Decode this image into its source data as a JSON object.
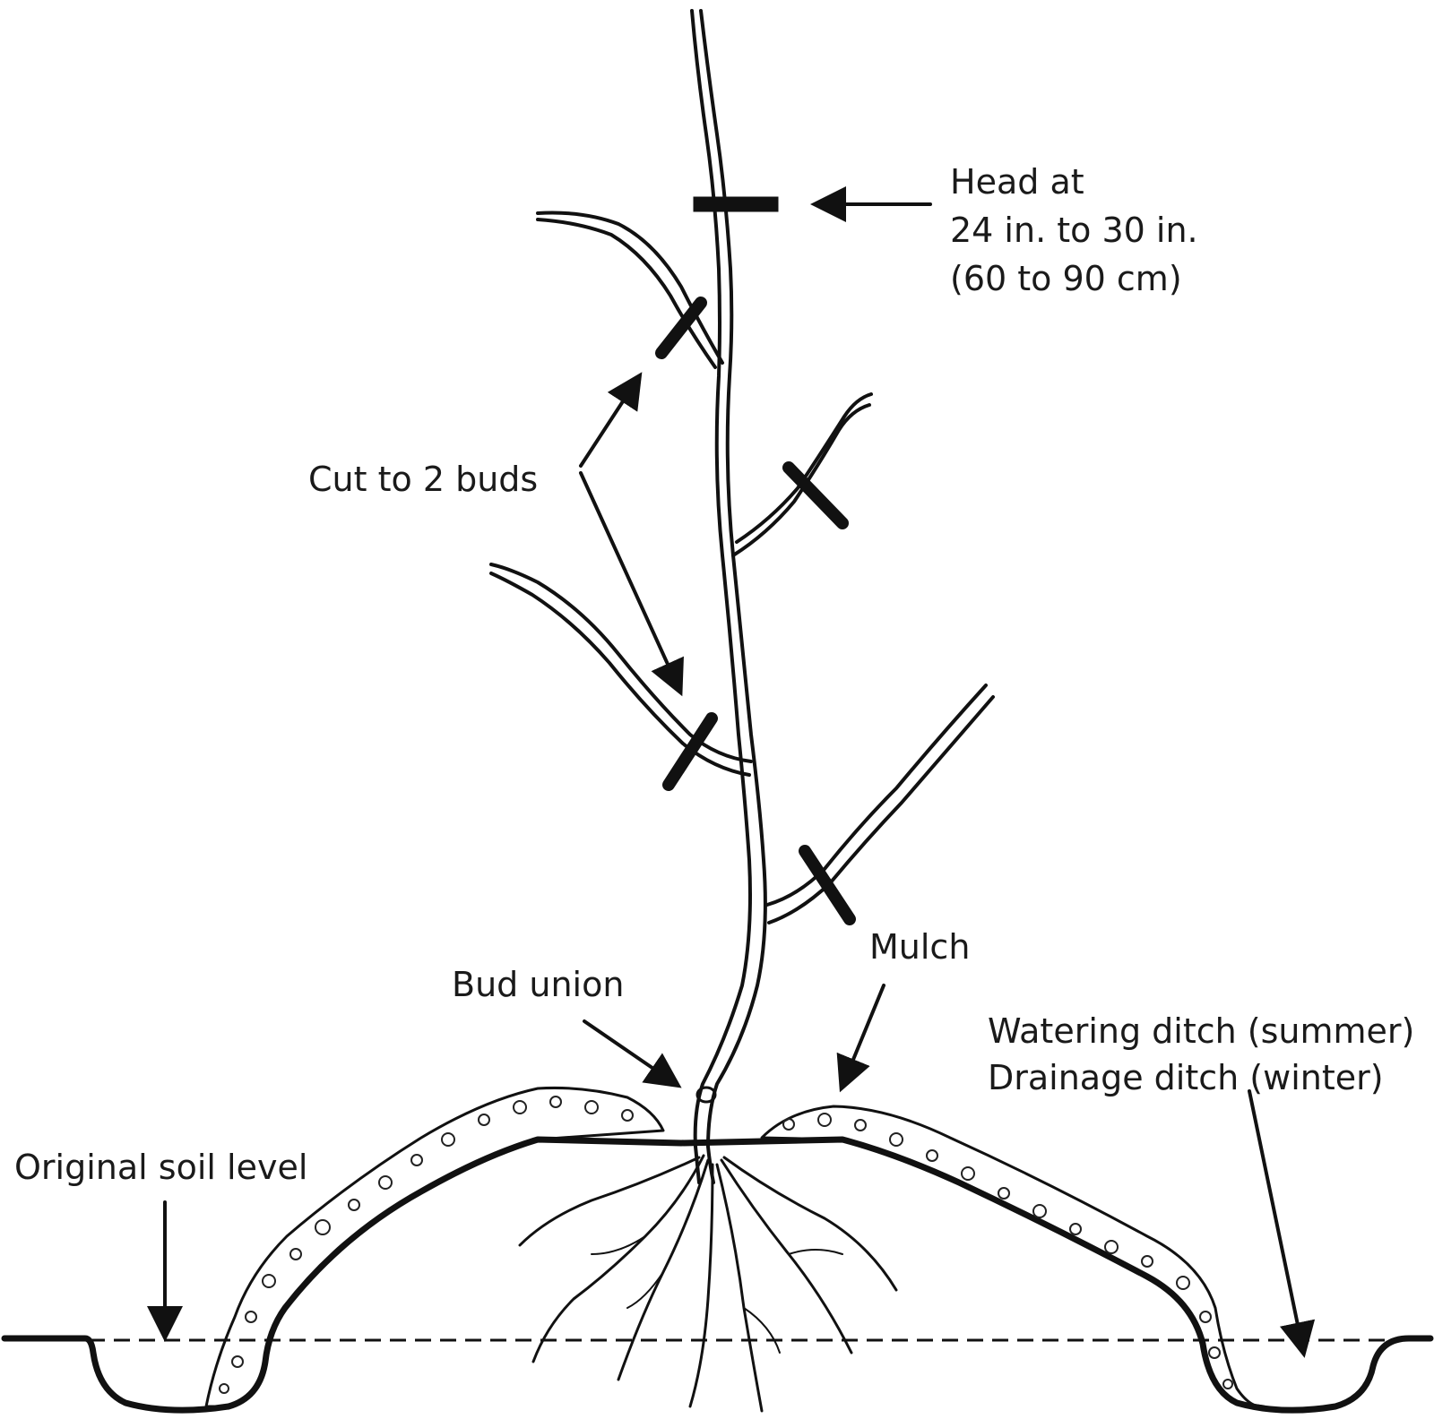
{
  "labels": {
    "head_line1": "Head at",
    "head_line2": "24 in. to 30 in.",
    "head_line3": "(60 to 90 cm)",
    "cut_buds": "Cut to 2 buds",
    "mulch": "Mulch",
    "bud_union": "Bud union",
    "watering_line1": "Watering ditch (summer)",
    "watering_line2": "Drainage ditch (winter)",
    "soil_level": "Original soil level"
  },
  "colors": {
    "ink": "#111111",
    "background": "#ffffff"
  }
}
